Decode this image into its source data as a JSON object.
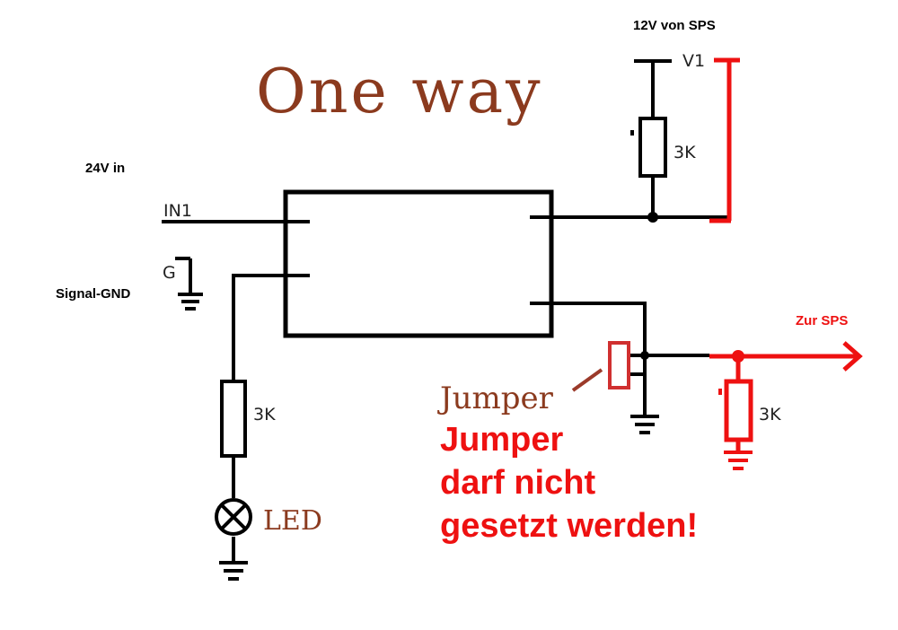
{
  "title": "One way",
  "labels": {
    "v12_source": "12V von SPS",
    "v1": "V1",
    "in_24v": "24V in",
    "in1": "IN1",
    "g": "G",
    "signal_gnd": "Signal-GND",
    "r_top": "3K",
    "r_left": "3K",
    "r_right": "3K",
    "led": "LED",
    "jumper": "Jumper",
    "zur_sps": "Zur SPS",
    "warning": [
      "Jumper",
      "darf nicht",
      "gesetzt werden!"
    ]
  },
  "colors": {
    "title": "#8b3a1e",
    "ink": "#000000",
    "annotation": "#ee1111",
    "label": "#222222"
  }
}
